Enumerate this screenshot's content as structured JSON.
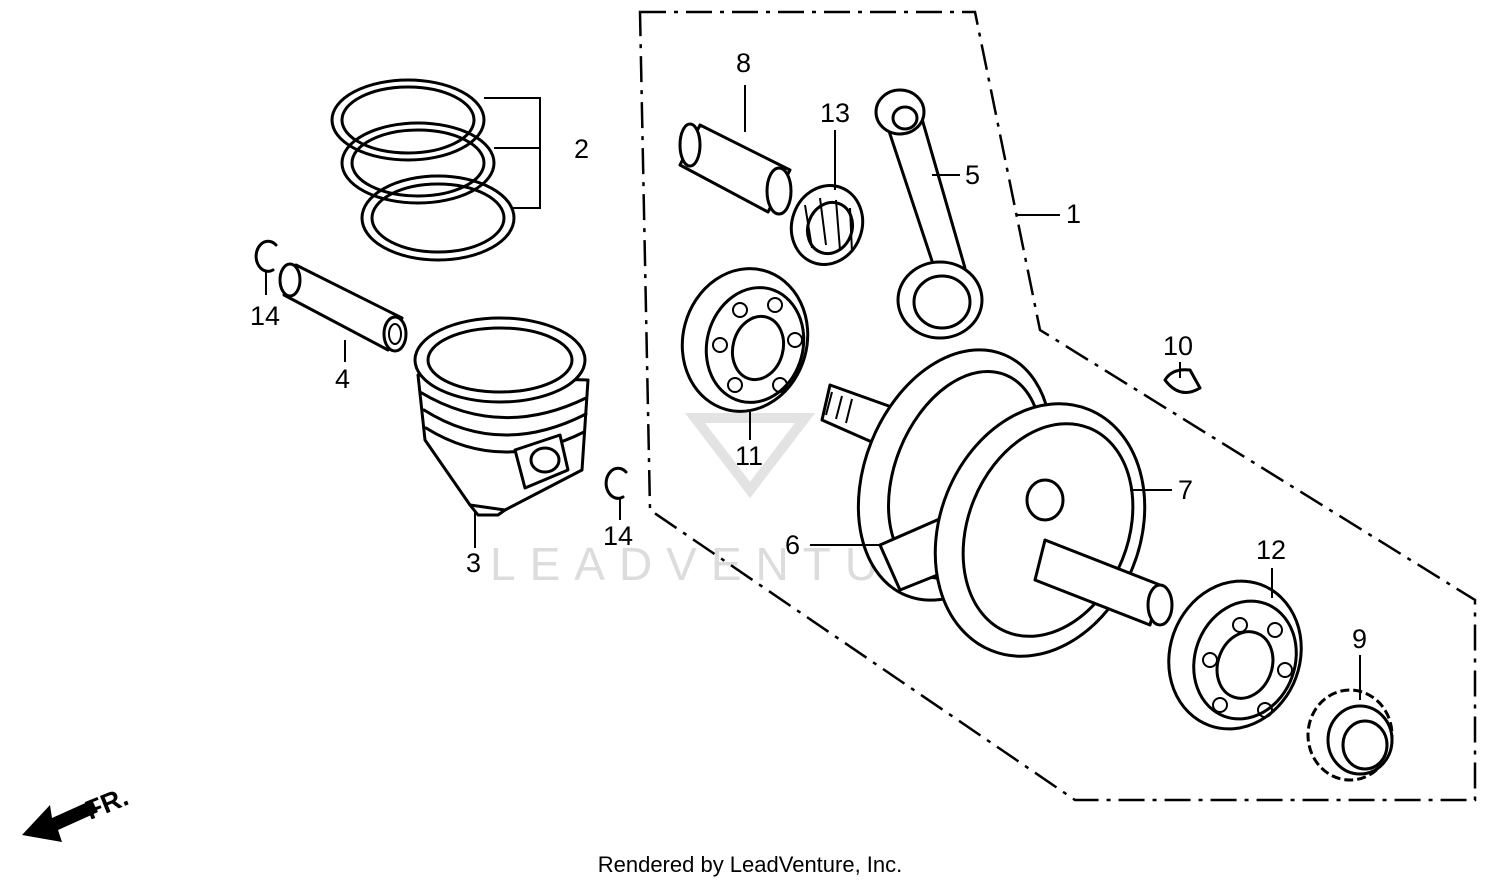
{
  "watermark": "LEADVENTURE",
  "footer": "Rendered by LeadVenture, Inc.",
  "direction_label": "FR.",
  "callouts": [
    "1",
    "2",
    "3",
    "4",
    "5",
    "6",
    "7",
    "8",
    "9",
    "10",
    "11",
    "12",
    "13",
    "14",
    "14"
  ]
}
